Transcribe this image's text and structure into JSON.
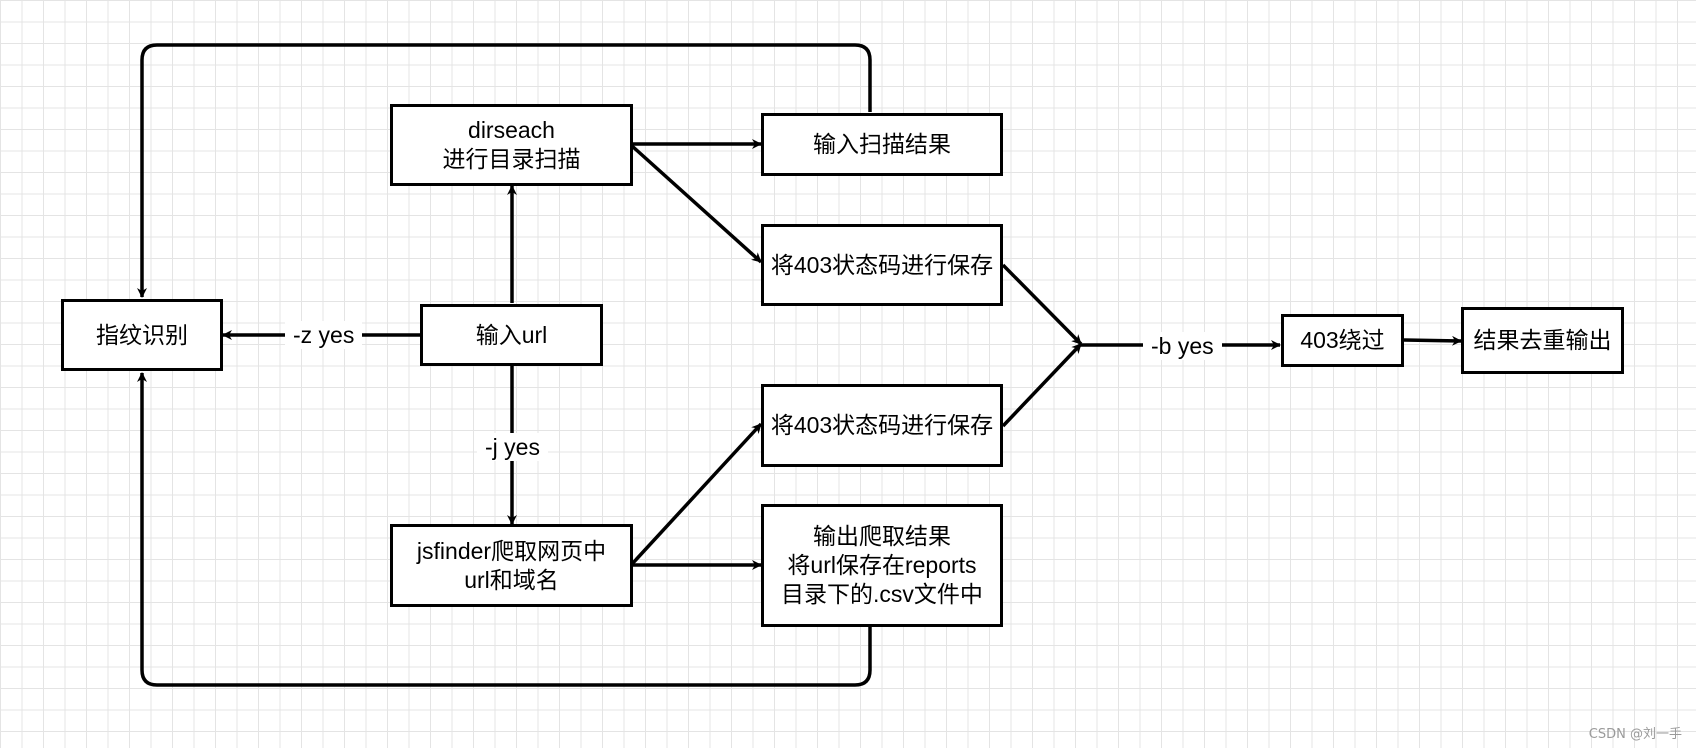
{
  "nodes": {
    "fingerprint": "指纹识别",
    "input_url": "输入url",
    "dirsearch": "dirseach\n进行目录扫描",
    "scan_result": "输入扫描结果",
    "save403_top": "将403状态码进行保存",
    "save403_bottom": "将403状态码进行保存",
    "jsfinder": "jsfinder爬取网页中\nurl和域名",
    "crawl_output": "输出爬取结果\n将url保存在reports\n目录下的.csv文件中",
    "bypass403": "403绕过",
    "dedup": "结果去重输出"
  },
  "edge_labels": {
    "z": "-z yes",
    "j": "-j yes",
    "b": "-b yes"
  },
  "watermark": "CSDN @刘一手",
  "colors": {
    "stroke": "#000000",
    "grid": "#e4e4e4",
    "background": "#ffffff"
  }
}
